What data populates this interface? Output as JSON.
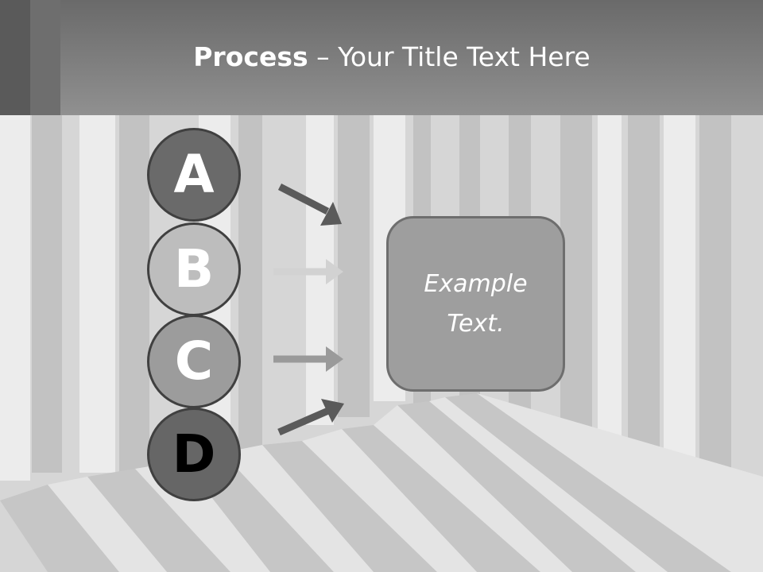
{
  "slide": {
    "title_bold": "Process",
    "title_rest": " – Your Title Text Here",
    "example_text": "Example Text."
  },
  "steps": [
    {
      "letter": "A",
      "fill": "#6a6a6a",
      "text_color": "#ffffff"
    },
    {
      "letter": "B",
      "fill": "#bdbdbd",
      "text_color": "#ffffff"
    },
    {
      "letter": "C",
      "fill": "#9c9c9c",
      "text_color": "#ffffff"
    },
    {
      "letter": "D",
      "fill": "#666666",
      "text_color": "#000000"
    }
  ],
  "colors": {
    "title_bar": "#8a8a8a",
    "arrow_dark": "#5a5a5a",
    "arrow_light": "#d2d2d2",
    "arrow_mid": "#9a9a9a"
  }
}
